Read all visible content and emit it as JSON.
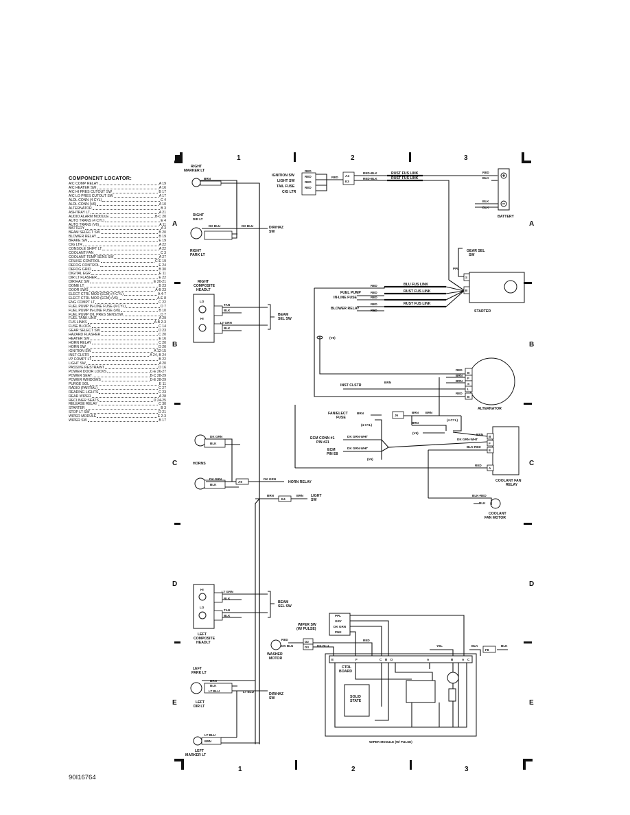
{
  "locator": {
    "title": "COMPONENT LOCATOR:",
    "items": [
      {
        "name": "A/C COMP RELAY",
        "ref": "A 19"
      },
      {
        "name": "A/C HEATER SW",
        "ref": "A 16"
      },
      {
        "name": "A/C HI PRES CUTOUT SW",
        "ref": "B 17"
      },
      {
        "name": "A/C LO PRES CUTOUT SW",
        "ref": "A 17"
      },
      {
        "name": "ALDL CONN (4 CYL)",
        "ref": "C 4"
      },
      {
        "name": "ALDL CONN (V6)",
        "ref": "A 10"
      },
      {
        "name": "ALTERNATOR",
        "ref": "B 3"
      },
      {
        "name": "ASHTRAY LT",
        "ref": "A 21"
      },
      {
        "name": "AUDIO ALARM MODULE",
        "ref": "B-C 20"
      },
      {
        "name": "AUTO TRANS (4 CYL)",
        "ref": "E 4"
      },
      {
        "name": "AUTO TRANS (V6)",
        "ref": "A 11"
      },
      {
        "name": "BATTERY",
        "ref": "A 3"
      },
      {
        "name": "BEAM SELECT SW",
        "ref": "B 20"
      },
      {
        "name": "BLOWER RELAY",
        "ref": "B 19"
      },
      {
        "name": "BRAKE SW",
        "ref": "E 19"
      },
      {
        "name": "CIG LTR",
        "ref": "A 22"
      },
      {
        "name": "CONSOLE SHIFT LT",
        "ref": "A 22"
      },
      {
        "name": "COOLANT FAN",
        "ref": "C 3"
      },
      {
        "name": "COOLANT TEMP SENS SW",
        "ref": "A 27"
      },
      {
        "name": "CRUISE CONTROL",
        "ref": "C-E 19"
      },
      {
        "name": "DEFOG CONTROL",
        "ref": "E 24"
      },
      {
        "name": "DEFOG GRID",
        "ref": "B 30"
      },
      {
        "name": "DIGITAL EGR",
        "ref": "E 11"
      },
      {
        "name": "DIR LT FLASHER",
        "ref": "E 22"
      },
      {
        "name": "DIR/HAZ SW",
        "ref": "E 20-21"
      },
      {
        "name": "DOME LT",
        "ref": "B 23"
      },
      {
        "name": "DOOR SWS",
        "ref": "A-B 23"
      },
      {
        "name": "ELECT CTRL MOD (ECM) (4 CYL)",
        "ref": "A 4-7"
      },
      {
        "name": "ELECT CTRL MOD (ECM) (V6)",
        "ref": "A-E 8"
      },
      {
        "name": "ENG COMPT LT",
        "ref": "C 22"
      },
      {
        "name": "FUEL PUMP IN-LINE FUSE (4 CYL)",
        "ref": "D 7"
      },
      {
        "name": "FUEL PUMP IN-LINE FUSE (V6)",
        "ref": "B 10"
      },
      {
        "name": "FUEL PUMP OIL PRES SENS/SW",
        "ref": "D 7"
      },
      {
        "name": "FUEL TANK UNIT",
        "ref": "A 29"
      },
      {
        "name": "FUS LINKS",
        "ref": "A-B 2-3"
      },
      {
        "name": "FUSE BLOCK",
        "ref": "C 14"
      },
      {
        "name": "GEAR SELECT SW",
        "ref": "D 23"
      },
      {
        "name": "HAZARD FLASHER",
        "ref": "C 20"
      },
      {
        "name": "HEATER SW",
        "ref": "E 16"
      },
      {
        "name": "HORN RELAY",
        "ref": "C 20"
      },
      {
        "name": "HORN SW",
        "ref": "D 20"
      },
      {
        "name": "IGNITION SW",
        "ref": "A 12-15"
      },
      {
        "name": "INST CLSTR",
        "ref": "A 24, B 24"
      },
      {
        "name": "I/P COMPT LT",
        "ref": "B 22"
      },
      {
        "name": "LIGHT SW",
        "ref": "A 20"
      },
      {
        "name": "PASSIVE RESTRAINT",
        "ref": "D 16"
      },
      {
        "name": "POWER DOOR LOCKS",
        "ref": "C-E 26-27"
      },
      {
        "name": "POWER SEAT",
        "ref": "B-C 28-29"
      },
      {
        "name": "POWER WINDOWS",
        "ref": "D-E 28-29"
      },
      {
        "name": "PURGE SOL",
        "ref": "E 11"
      },
      {
        "name": "RADIO (PARTIAL)",
        "ref": "C 27"
      },
      {
        "name": "READING LIGHTS",
        "ref": "C 23"
      },
      {
        "name": "REAR WIPER",
        "ref": "A 28"
      },
      {
        "name": "RECLINER SEATS",
        "ref": "D 24-25"
      },
      {
        "name": "RELEASE RELAY",
        "ref": "C 30"
      },
      {
        "name": "STARTER",
        "ref": "B 3"
      },
      {
        "name": "STOP LT SW",
        "ref": "D 21"
      },
      {
        "name": "WIPER MODULE",
        "ref": "E 2-3"
      },
      {
        "name": "WIPER SW",
        "ref": "B 17"
      }
    ]
  },
  "doc_id": "90I16764",
  "grid": {
    "columns": [
      "1",
      "2",
      "3"
    ],
    "rows": [
      "A",
      "B",
      "C",
      "D",
      "E"
    ]
  },
  "labels": {
    "right_marker_lt": [
      "RIGHT",
      "MARKER LT"
    ],
    "right_dir_lt": [
      "RIGHT",
      "DIR LT"
    ],
    "right_park_lt": [
      "RIGHT",
      "PARK LT"
    ],
    "right_composite_headlt": [
      "RIGHT",
      "COMPOSITE",
      "HEADLT"
    ],
    "left_composite_headlt": [
      "LEFT",
      "COMPOSITE",
      "HEADLT"
    ],
    "left_park_lt": [
      "LEFT",
      "PARK LT"
    ],
    "left_dir_lt": [
      "LEFT",
      "DIR LT"
    ],
    "left_marker_lt": [
      "LEFT",
      "MARKER LT"
    ],
    "horns": "HORNS",
    "dir_haz_sw": [
      "DIR/HAZ",
      "SW"
    ],
    "beam_sel_sw": [
      "BEAM",
      "SEL SW"
    ],
    "horn_relay": "HORN RELAY",
    "light_sw": [
      "LIGHT",
      "SW"
    ],
    "ignition_sw": "IGNITION SW",
    "light_sw2": "LIGHT SW",
    "tail_fuse": "TAIL FUSE",
    "cig_ltr": "CIG LTR",
    "battery": "BATTERY",
    "gear_sel_sw": [
      "GEAR SEL",
      "SW"
    ],
    "starter": "STARTER",
    "fuel_pump": "FUEL PUMP",
    "in_line_fuse": "IN-LINE FUSE",
    "blower_relay": "BLOWER RELAY",
    "v6": "(V6)",
    "four_cyl": "(4 CYL)",
    "inst_clstr": "INST CLSTR",
    "alternator": "ALTERNATOR",
    "fan_elect_fuse": [
      "FAN/ELECT",
      "FUSE"
    ],
    "ecm_conn": [
      "ECM CONN #1",
      "PIN #21"
    ],
    "ecm_pin": [
      "ECM",
      "PIN E8"
    ],
    "coolant_fan_relay": [
      "COOLANT FAN",
      "RELAY"
    ],
    "coolant_fan_motor": [
      "COOLANT",
      "FAN MOTOR"
    ],
    "wiper_sw": [
      "WIPER SW",
      "(W/ PULSE)"
    ],
    "washer_motor": [
      "WASHER",
      "MOTOR"
    ],
    "ctrl_board": [
      "CTRL",
      "BOARD"
    ],
    "solid_state": [
      "SOLID",
      "STATE"
    ],
    "wiper_module": "WIPER MODULE (W/ PULSE)",
    "rust_fus_link": "RUST FUS LINK",
    "blu_fus_link": "BLU FUS LINK",
    "hi": "HI",
    "lo": "LO"
  },
  "wires": {
    "brn": "BRN",
    "dk_blu": "DK BLU",
    "blk": "BLK",
    "tan": "TAN",
    "lt_grn": "LT GRN",
    "dk_grn": "DK GRN",
    "lt_blu": "LT BLU",
    "red": "RED",
    "red_blk": "RED-BLK",
    "ppl": "PPL",
    "dk_grn_wht": "DK GRN-WHT",
    "blk_red": "BLK-RED",
    "gry": "GRY",
    "pnk": "PNK",
    "yel": "YEL"
  },
  "connectors": {
    "a4": "A4",
    "e3": "E3",
    "a9": "A9",
    "e4": "E4",
    "j6": "J6",
    "d2": "D2",
    "d3": "D3",
    "f8": "F8"
  },
  "pins": {
    "starter": [
      "B",
      "S"
    ],
    "alternator": [
      "B",
      "F",
      "S",
      "L",
      "B"
    ],
    "relay": [
      "B",
      "F",
      "E",
      "A"
    ],
    "wiper": [
      "E",
      "F",
      "C",
      "B",
      "D",
      "A",
      "B",
      "A",
      "C"
    ]
  }
}
